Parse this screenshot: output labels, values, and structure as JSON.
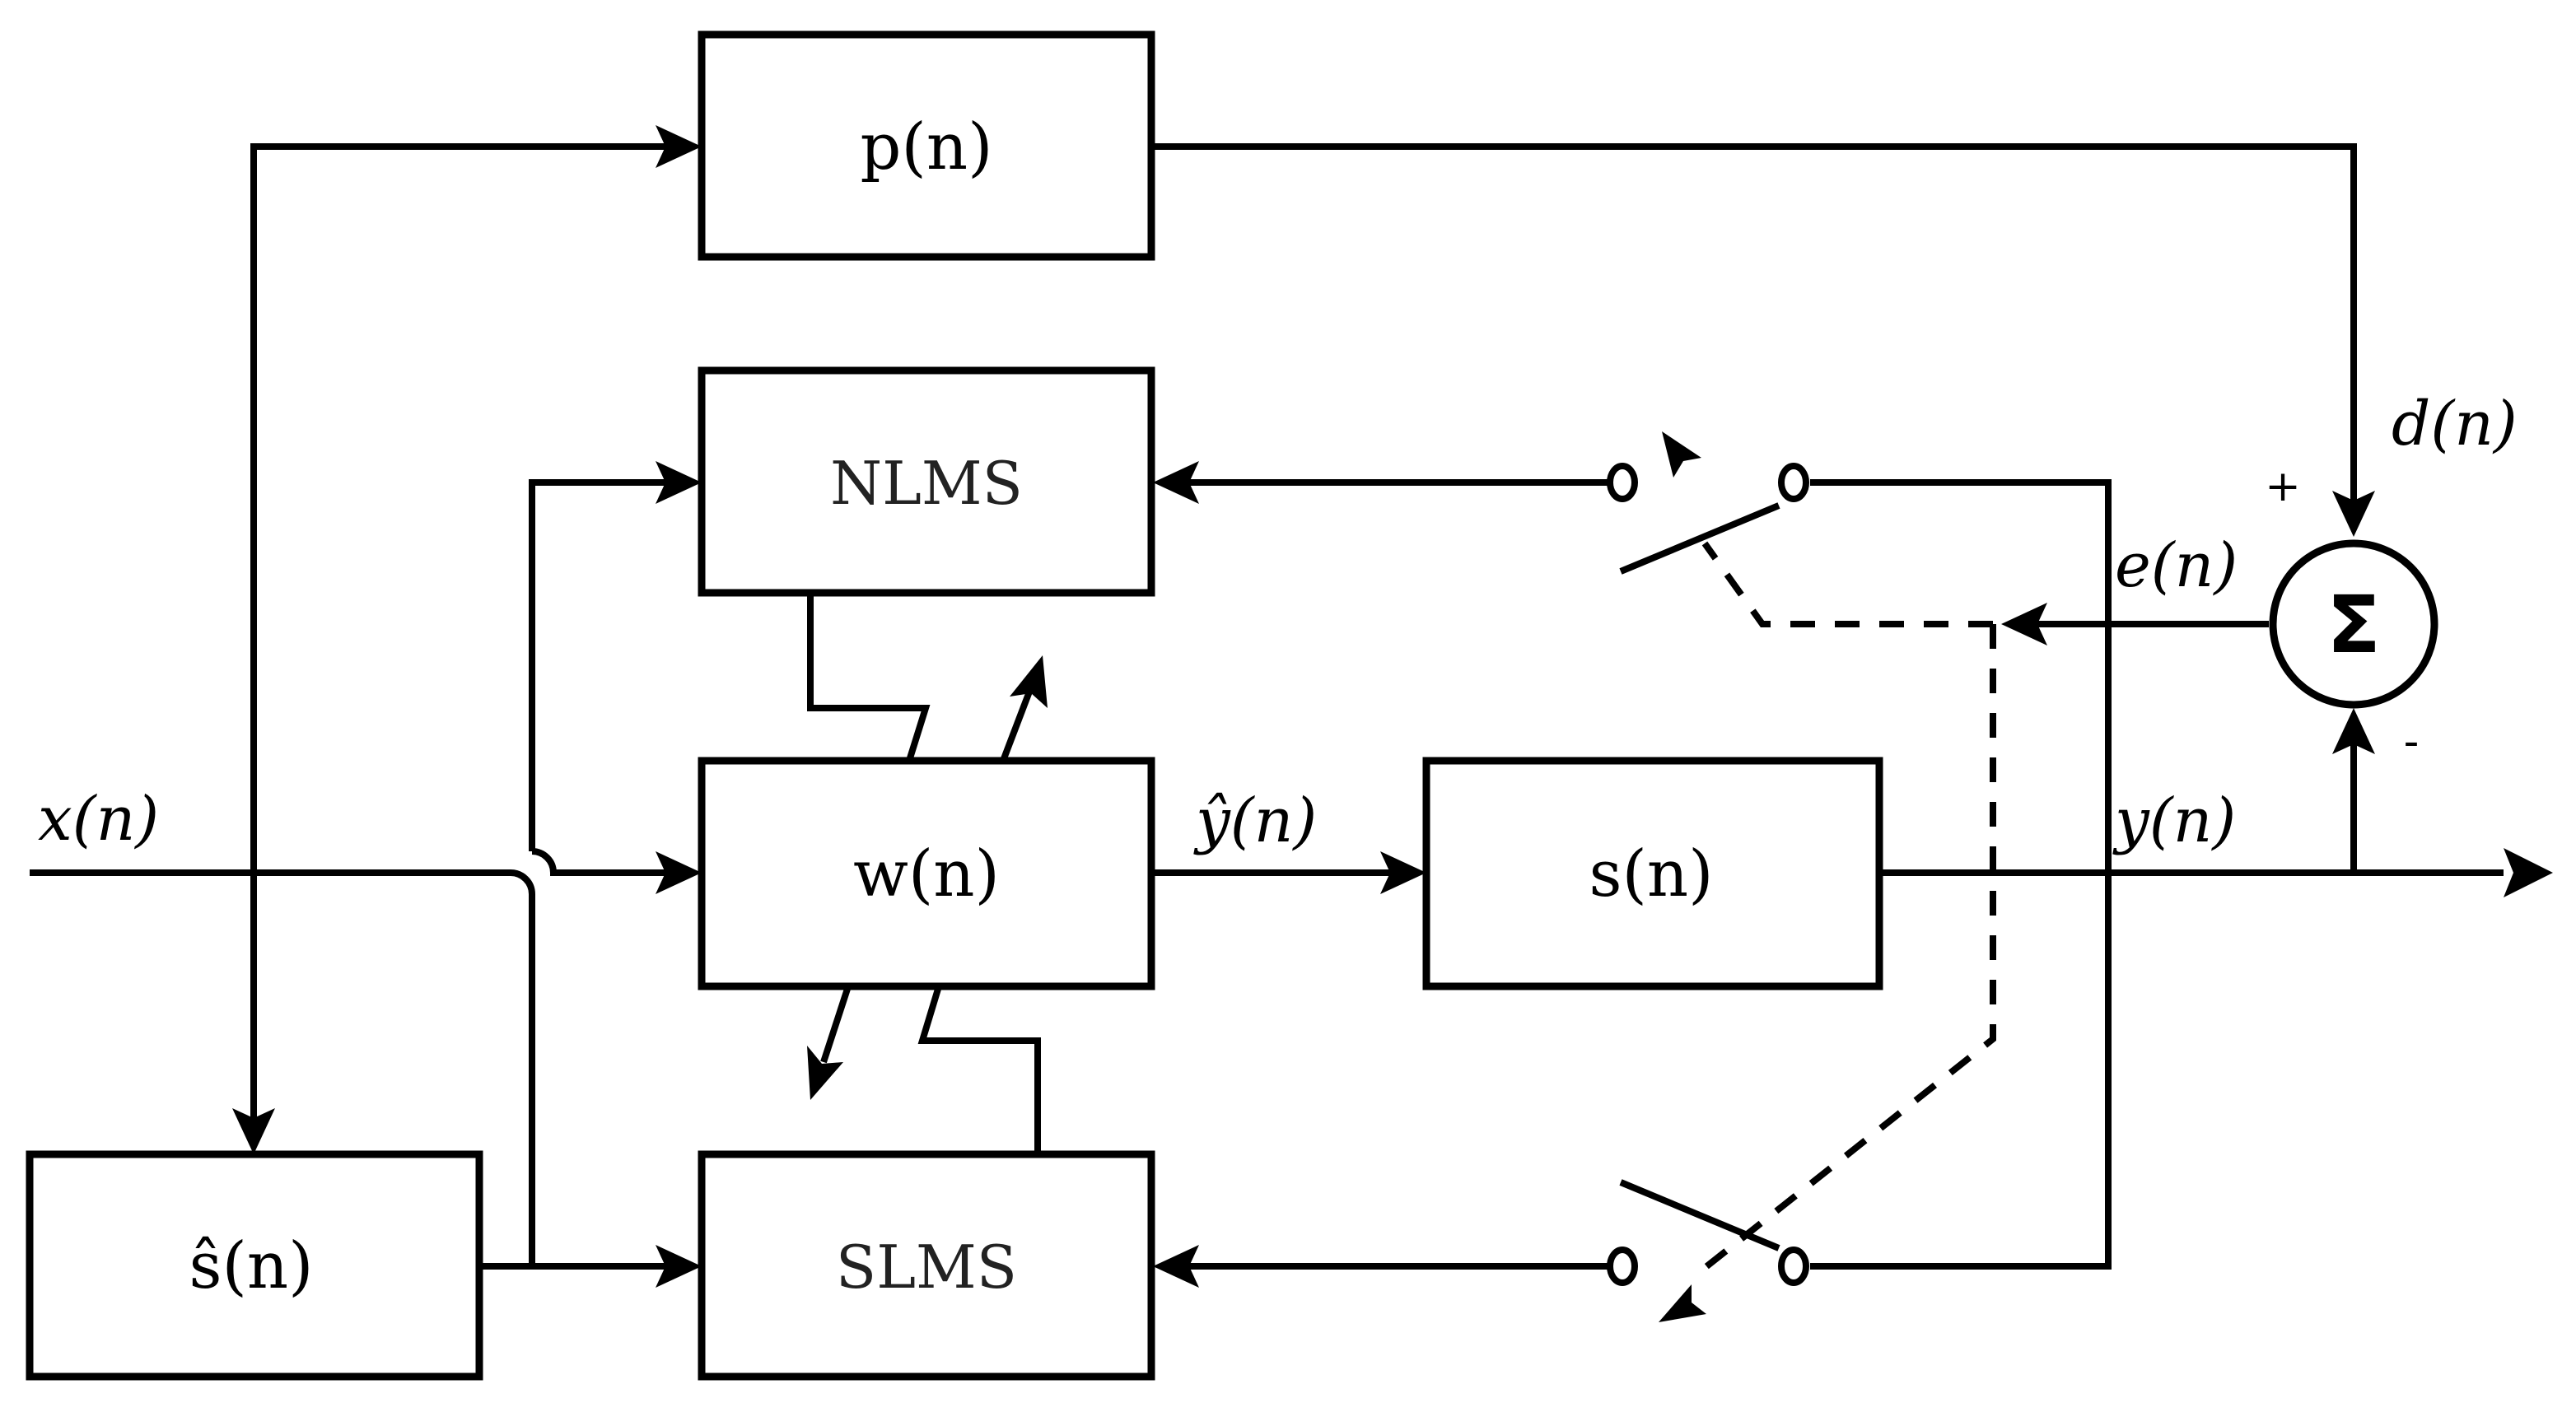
{
  "blocks": {
    "p": "p(n)",
    "nlms": "NLMS",
    "w": "w(n)",
    "s": "s(n)",
    "s_hat": "ŝ(n)",
    "slms": "SLMS"
  },
  "signals": {
    "x": "x(n)",
    "y_hat": "ŷ(n)",
    "y": "y(n)",
    "d": "d(n)",
    "e": "e(n)"
  },
  "summing_junction": {
    "symbol": "Σ",
    "plus": "+",
    "minus": "-"
  }
}
